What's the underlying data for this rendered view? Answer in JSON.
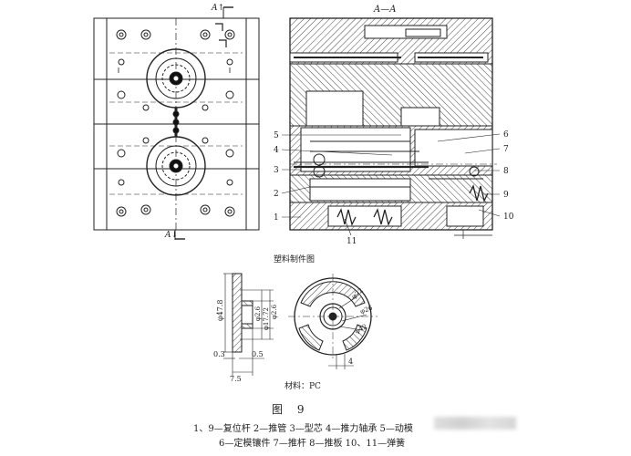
{
  "section_marks": {
    "top_left_arrow": "A↑",
    "bottom_left_arrow": "A↓",
    "section_title": "A—A"
  },
  "callouts": {
    "left": [
      "5",
      "4",
      "3",
      "2",
      "1"
    ],
    "right": [
      "6",
      "7",
      "8",
      "9",
      "10"
    ],
    "bottom": "11"
  },
  "part_drawing": {
    "title": "塑料制件图",
    "dims": {
      "d47": "φ47.8",
      "d26a": "φ2.6",
      "d1772": "φ17.72",
      "d26b": "φ2.6",
      "t03": "0.3",
      "t05": "0.5",
      "t75": "7.5",
      "d22": "φ22",
      "d26c": "φ26",
      "d42": "φ42",
      "w4": "4"
    },
    "material": "材料：PC"
  },
  "caption": {
    "figure": "图 9",
    "line1": "1、9—复位杆  2—推管  3—型芯  4—推力轴承  5—动模",
    "line2": "6—定模镶件  7—推杆  8—推板  10、11—弹簧"
  }
}
